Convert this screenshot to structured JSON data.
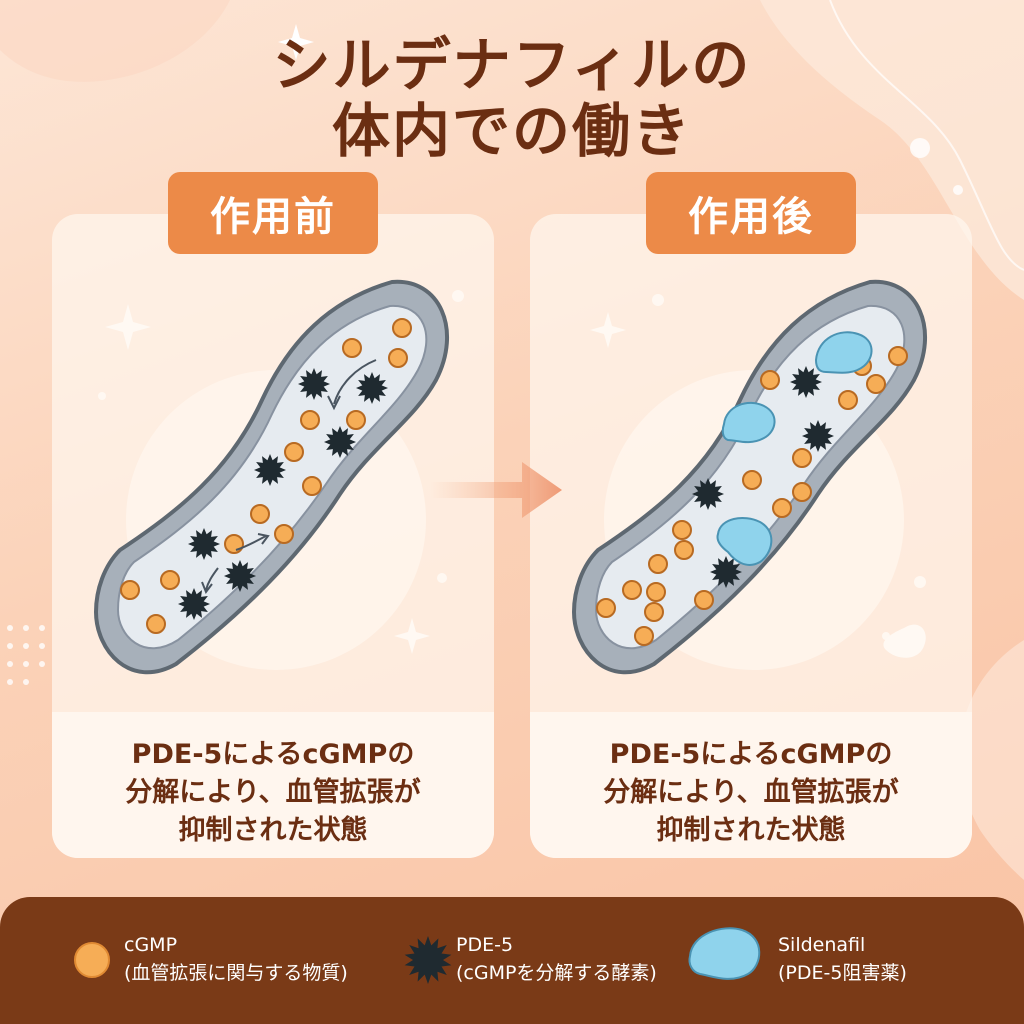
{
  "title": {
    "line1": "シルデナフィルの",
    "line2": "体内での働き"
  },
  "colors": {
    "accent": "#ec8a48",
    "title_text": "#6b2e12",
    "legend_bg": "#7a3a17",
    "cgmp": "#f6ad56",
    "pde5": "#1f2a30",
    "sildenafil": "#8fd3ec",
    "vessel_wall": "#a7b0ba"
  },
  "panels": [
    {
      "badge": "作用前",
      "caption": {
        "line1": "PDE-5によるcGMPの",
        "line2": "分解により、血管拡張が",
        "line3": "抑制された状態"
      }
    },
    {
      "badge": "作用後",
      "caption": {
        "line1": "PDE-5によるcGMPの",
        "line2": "分解により、血管拡張が",
        "line3": "抑制された状態"
      }
    }
  ],
  "legend": [
    {
      "icon": "cgmp-circle-icon",
      "label": "cGMP",
      "sub": "(血管拡張に関与する物質)"
    },
    {
      "icon": "pde5-spiky-icon",
      "label": "PDE-5",
      "sub": "(cGMPを分解する酵素)"
    },
    {
      "icon": "sildenafil-blob-icon",
      "label": "Sildenafil",
      "sub": "(PDE-5阻害薬)"
    }
  ]
}
